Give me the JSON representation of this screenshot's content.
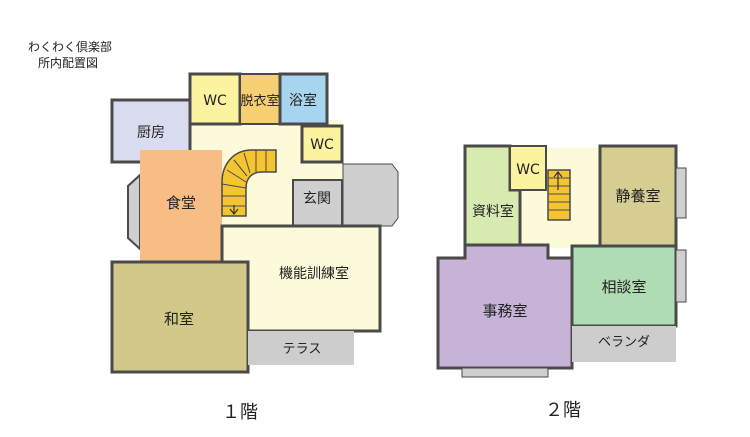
{
  "header": {
    "title": "わくわく倶楽部",
    "subtitle": "所内配置図"
  },
  "floor1": {
    "label": "１階",
    "rooms": {
      "kitchen": "厨房",
      "wc_top": "WC",
      "changing_room": "脱衣室",
      "bath": "浴室",
      "wc_small": "WC",
      "dining": "食堂",
      "entrance": "玄関",
      "training_room": "機能訓練室",
      "japanese_room": "和室",
      "terrace": "テラス"
    }
  },
  "floor2": {
    "label": "２階",
    "rooms": {
      "wc": "WC",
      "archive": "資料室",
      "rest_room": "静養室",
      "office": "事務室",
      "consult": "相談室",
      "veranda": "ベランダ"
    }
  },
  "colors": {
    "wall": "#4a4a4a",
    "corridor": "#fcfad8",
    "wc": "#fbf3a0",
    "changing": "#f6cf72",
    "bath": "#a7d4ef",
    "kitchen": "#d9dcee",
    "dining": "#f7bd85",
    "japanese": "#d1c889",
    "entrance": "#cfcfcf",
    "terrace": "#cdcdcd",
    "archive": "#d7eab0",
    "rest": "#d6cd93",
    "office": "#c7b2d8",
    "consult": "#b0dcb4",
    "stairs": "#f5c531"
  }
}
